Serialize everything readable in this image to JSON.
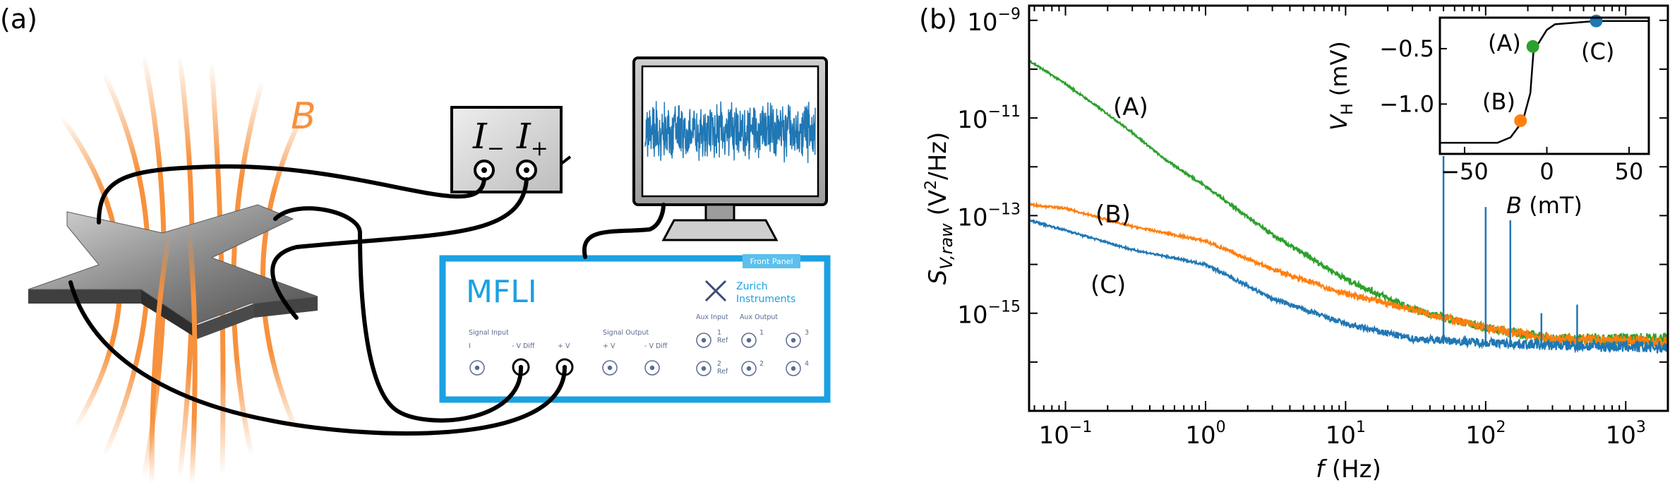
{
  "panel_a": {
    "label": "(a)",
    "field_label": "B",
    "source_minus": "I",
    "source_minus_sub": "−",
    "source_plus": "I",
    "source_plus_sub": "+",
    "instrument_name": "MFLI",
    "front_panel_tag": "Front Panel",
    "brand_line1": "Zurich",
    "brand_line2": "Instruments",
    "port_labels": {
      "signal_input": "Signal Input",
      "i": "I",
      "v_diff_in": "- V Diff",
      "v_plus_in": "+ V",
      "signal_output": "Signal Output",
      "v_plus_out": "+ V",
      "v_diff_out": "- V Diff",
      "aux_input": "Aux Input",
      "aux_output": "Aux Output",
      "ref1": "1",
      "ref1_sub": "Ref",
      "ref2": "2",
      "ref2_sub": "Ref",
      "out1": "1",
      "out2": "2",
      "out3": "3",
      "out4": "4"
    },
    "colors": {
      "field_lines": "#f7913d",
      "screen_signal": "#1f77b4",
      "instrument_border": "#1ba1e2",
      "sample": "#666666"
    }
  },
  "panel_b": {
    "label": "(b)",
    "chart_data": [
      {
        "type": "line",
        "xlabel": "f (Hz)",
        "ylabel": "S_V,raw (V²/Hz)",
        "x_scale": "log",
        "y_scale": "log",
        "xlim": [
          0.055,
          2000
        ],
        "ylim": [
          1e-17,
          2e-09
        ],
        "x_ticks": [
          {
            "v": 0.1,
            "b": "10",
            "e": "−1"
          },
          {
            "v": 1,
            "b": "10",
            "e": "0"
          },
          {
            "v": 10,
            "b": "10",
            "e": "1"
          },
          {
            "v": 100,
            "b": "10",
            "e": "2"
          },
          {
            "v": 1000,
            "b": "10",
            "e": "3"
          }
        ],
        "y_ticks": [
          {
            "v": 1e-09,
            "b": "10",
            "e": "−9"
          },
          {
            "v": 1e-11,
            "b": "10",
            "e": "−11"
          },
          {
            "v": 1e-13,
            "b": "10",
            "e": "−13"
          },
          {
            "v": 1e-15,
            "b": "10",
            "e": "−15"
          }
        ],
        "spikes": [
          {
            "f": 50,
            "y": 2e-12
          },
          {
            "f": 100,
            "y": 1.5e-13
          },
          {
            "f": 150,
            "y": 8e-14
          },
          {
            "f": 250,
            "y": 1e-15
          },
          {
            "f": 450,
            "y": 1.5e-15
          }
        ],
        "series": [
          {
            "name": "(A)",
            "color": "#2ca02c",
            "points": [
              [
                0.055,
                1.5e-10
              ],
              [
                0.1,
                5e-11
              ],
              [
                0.2,
                1.2e-11
              ],
              [
                0.3,
                5e-12
              ],
              [
                0.5,
                1.5e-12
              ],
              [
                1,
                4e-13
              ],
              [
                3,
                4e-14
              ],
              [
                10,
                5e-15
              ],
              [
                30,
                1.2e-15
              ],
              [
                100,
                5e-16
              ],
              [
                300,
                3e-16
              ],
              [
                2000,
                3e-16
              ]
            ]
          },
          {
            "name": "(B)",
            "color": "#ff7f0e",
            "points": [
              [
                0.055,
                1.7e-13
              ],
              [
                0.1,
                1.4e-13
              ],
              [
                0.3,
                6e-14
              ],
              [
                1,
                3e-14
              ],
              [
                3,
                8e-15
              ],
              [
                10,
                2.5e-15
              ],
              [
                30,
                1.2e-15
              ],
              [
                100,
                5e-16
              ],
              [
                300,
                3e-16
              ],
              [
                2000,
                2.5e-16
              ]
            ]
          },
          {
            "name": "(C)",
            "color": "#1f77b4",
            "points": [
              [
                0.055,
                8e-14
              ],
              [
                0.1,
                5e-14
              ],
              [
                0.3,
                2e-14
              ],
              [
                1,
                1e-14
              ],
              [
                3,
                2e-15
              ],
              [
                10,
                6e-16
              ],
              [
                30,
                3e-16
              ],
              [
                100,
                2.5e-16
              ],
              [
                300,
                2.2e-16
              ],
              [
                2000,
                2e-16
              ]
            ]
          }
        ]
      },
      {
        "type": "line",
        "role": "inset",
        "xlabel": "B (mT)",
        "ylabel": "V_H (mV)",
        "xlim": [
          -65,
          62
        ],
        "ylim": [
          -1.45,
          -0.22
        ],
        "x_ticks": [
          -50,
          0,
          50
        ],
        "y_ticks": [
          -0.5,
          -1.0
        ],
        "curve": [
          [
            -65,
            -1.35
          ],
          [
            -30,
            -1.35
          ],
          [
            -22,
            -1.3
          ],
          [
            -17,
            -1.2
          ],
          [
            -14,
            -1.12
          ],
          [
            -10,
            -0.9
          ],
          [
            -9,
            -0.7
          ],
          [
            -8,
            -0.5
          ],
          [
            -5,
            -0.45
          ],
          [
            0,
            -0.33
          ],
          [
            5,
            -0.28
          ],
          [
            30,
            -0.25
          ],
          [
            62,
            -0.25
          ]
        ],
        "markers": [
          {
            "name": "(A)",
            "x": -8.5,
            "y": -0.48,
            "color": "#2ca02c"
          },
          {
            "name": "(B)",
            "x": -16,
            "y": -1.15,
            "color": "#ff7f0e"
          },
          {
            "name": "(C)",
            "x": 30,
            "y": -0.25,
            "color": "#1f77b4"
          }
        ]
      }
    ]
  }
}
